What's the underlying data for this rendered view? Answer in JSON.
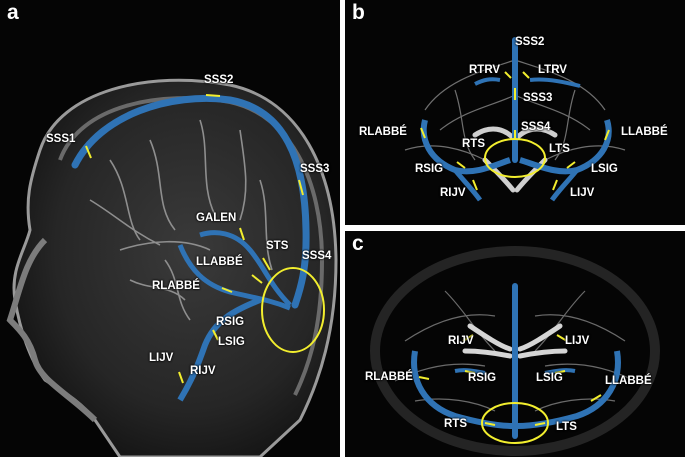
{
  "colors": {
    "vessel_highlight": "#2f73b5",
    "marker": "#f2ee2e",
    "background": "#050505",
    "label_text": "#ffffff"
  },
  "panels": {
    "a": {
      "letter": "a",
      "labels": {
        "sss1": "SSS1",
        "sss2": "SSS2",
        "sss3": "SSS3",
        "sss4": "SSS4",
        "galen": "GALEN",
        "sts": "STS",
        "llabbe": "LLABBÉ",
        "rlabbe": "RLABBÉ",
        "rsig": "RSIG",
        "lsig": "LSIG",
        "lijv": "LIJV",
        "rijv": "RIJV"
      }
    },
    "b": {
      "letter": "b",
      "labels": {
        "sss2": "SSS2",
        "rtrv": "RTRV",
        "ltrv": "LTRV",
        "sss3": "SSS3",
        "sss4": "SSS4",
        "rlabbe": "RLABBÉ",
        "llabbe": "LLABBÉ",
        "rts": "RTS",
        "lts": "LTS",
        "rsig": "RSIG",
        "lsig": "LSIG",
        "rijv": "RIJV",
        "lijv": "LIJV"
      }
    },
    "c": {
      "letter": "c",
      "labels": {
        "rijv": "RIJV",
        "lijv": "LIJV",
        "rlabbe": "RLABBÉ",
        "rsig": "RSIG",
        "lsig": "LSIG",
        "llabbe": "LLABBÉ",
        "rts": "RTS",
        "lts": "LTS"
      }
    }
  }
}
